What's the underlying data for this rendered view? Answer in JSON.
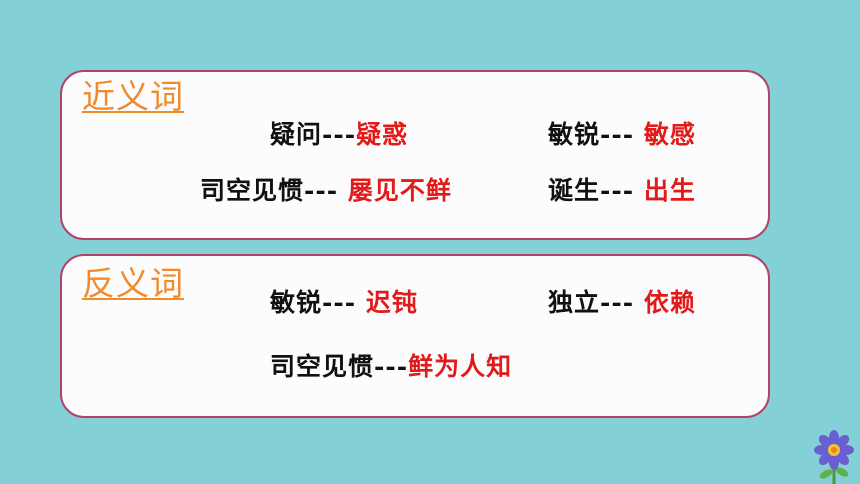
{
  "synonyms": {
    "heading": "近义词",
    "entries": [
      {
        "term": "疑问",
        "dash": "---",
        "answer": "疑惑"
      },
      {
        "term": "敏锐",
        "dash": "---",
        "answer": "敏感"
      },
      {
        "term": "司空见惯",
        "dash": "---",
        "answer": "屡见不鲜"
      },
      {
        "term": "诞生",
        "dash": "---",
        "answer": "出生"
      }
    ]
  },
  "antonyms": {
    "heading": "反义词",
    "entries": [
      {
        "term": "敏锐",
        "dash": "---",
        "answer": "迟钝"
      },
      {
        "term": "独立",
        "dash": "---",
        "answer": "依赖"
      },
      {
        "term": "司空见惯",
        "dash": "---",
        "answer": "鲜为人知"
      }
    ]
  },
  "decor": {
    "icon": "flower-icon",
    "colors": {
      "background": "#83d0d6",
      "card_border": "#b0436a",
      "heading": "#f08a2c",
      "answer": "#e11b1b"
    }
  }
}
